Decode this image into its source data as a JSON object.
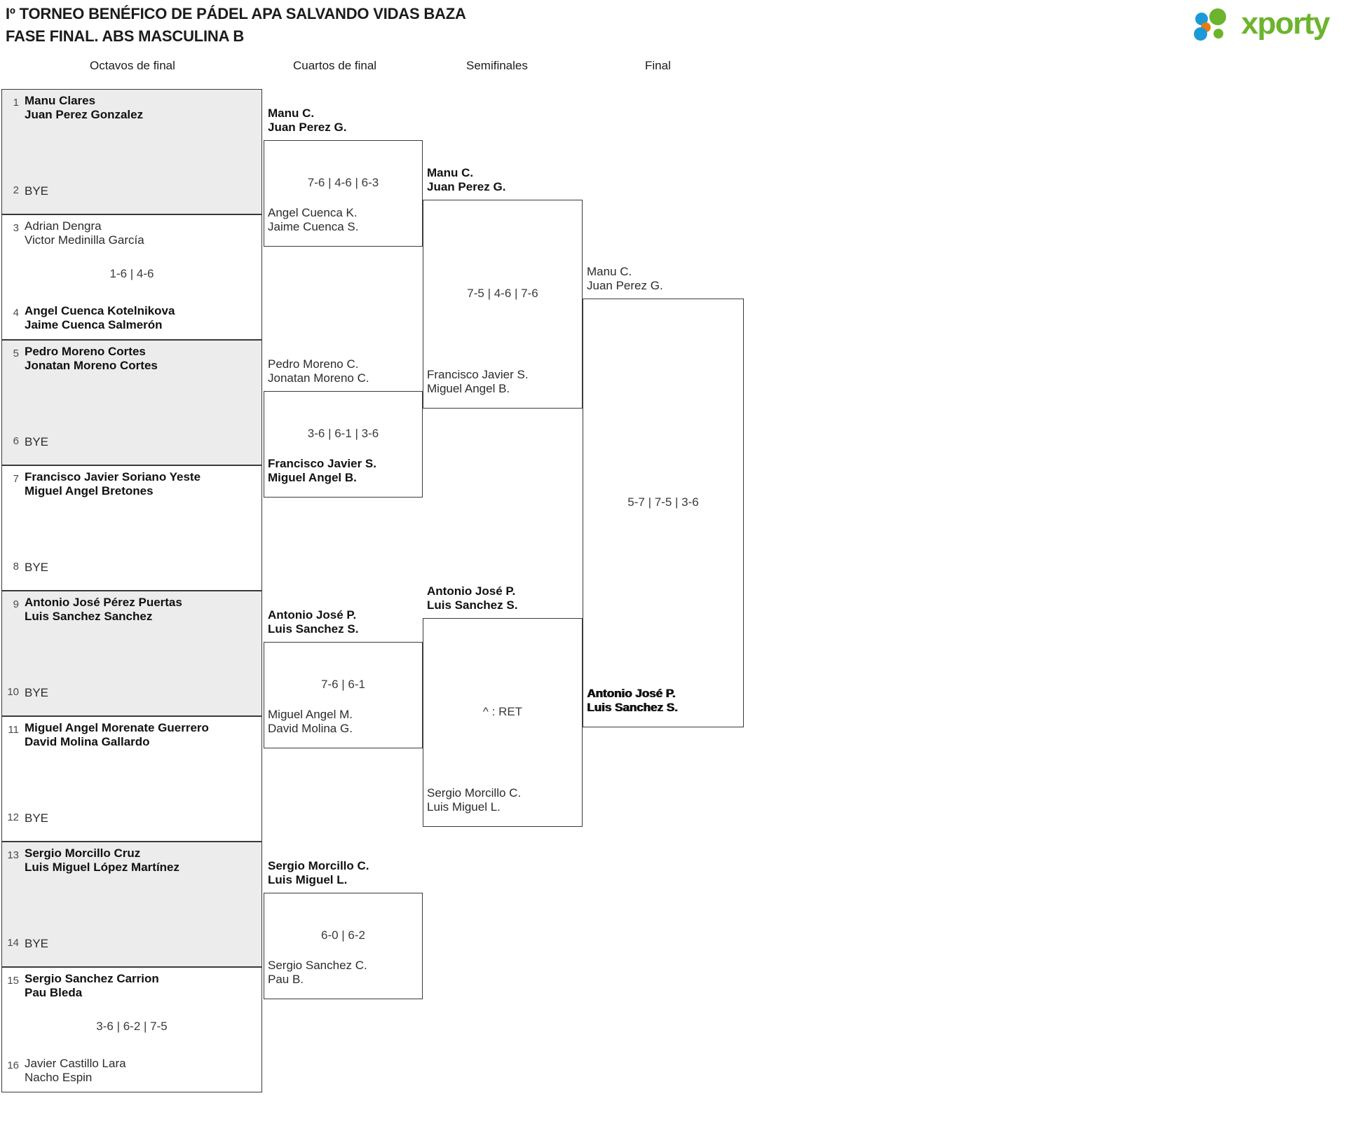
{
  "header": {
    "title_line1": "Iº TORNEO BENÉFICO DE PÁDEL APA SALVANDO VIDAS BAZA",
    "title_line2": "FASE FINAL. ABS MASCULINA B",
    "logo_text": "xporty",
    "logo_colors": {
      "green": "#6cb42c",
      "blue": "#1a9ad7",
      "orange": "#e87b10"
    }
  },
  "rounds": [
    {
      "label": "Octavos de final"
    },
    {
      "label": "Cuartos de final"
    },
    {
      "label": "Semifinales"
    },
    {
      "label": "Final"
    }
  ],
  "round1": [
    {
      "seed_top": "1",
      "top": "Manu Clares\nJuan Perez Gonzalez",
      "seed_bot": "2",
      "bottom": "BYE",
      "score": "",
      "winner": "top",
      "shaded": true
    },
    {
      "seed_top": "3",
      "top": "Adrian Dengra\nVictor Medinilla García",
      "seed_bot": "4",
      "bottom": "Angel Cuenca Kotelnikova\nJaime Cuenca Salmerón",
      "score": "1-6 | 4-6",
      "winner": "bottom",
      "shaded": false
    },
    {
      "seed_top": "5",
      "top": "Pedro Moreno Cortes\nJonatan Moreno Cortes",
      "seed_bot": "6",
      "bottom": "BYE",
      "score": "",
      "winner": "top",
      "shaded": true
    },
    {
      "seed_top": "7",
      "top": "Francisco Javier Soriano Yeste\nMiguel Angel Bretones",
      "seed_bot": "8",
      "bottom": "BYE",
      "score": "",
      "winner": "top",
      "shaded": false
    },
    {
      "seed_top": "9",
      "top": "Antonio José Pérez Puertas\nLuis Sanchez Sanchez",
      "seed_bot": "10",
      "bottom": "BYE",
      "score": "",
      "winner": "top",
      "shaded": true
    },
    {
      "seed_top": "11",
      "top": "Miguel Angel Morenate Guerrero\nDavid Molina Gallardo",
      "seed_bot": "12",
      "bottom": "BYE",
      "score": "",
      "winner": "top",
      "shaded": false
    },
    {
      "seed_top": "13",
      "top": "Sergio Morcillo Cruz\nLuis Miguel López Martínez",
      "seed_bot": "14",
      "bottom": "BYE",
      "score": "",
      "winner": "top",
      "shaded": true
    },
    {
      "seed_top": "15",
      "top": "Sergio Sanchez Carrion\nPau Bleda",
      "seed_bot": "16",
      "bottom": "Javier Castillo Lara\nNacho Espin",
      "score": "3-6 | 6-2 | 7-5",
      "winner": "top",
      "shaded": false
    }
  ],
  "round2": [
    {
      "top": "Manu C.\nJuan Perez G.",
      "bottom": "Angel Cuenca K.\nJaime Cuenca S.",
      "score": "7-6 | 4-6 | 6-3",
      "winner": "top"
    },
    {
      "top": "Pedro Moreno C.\nJonatan Moreno C.",
      "bottom": "Francisco Javier S.\nMiguel Angel B.",
      "score": "3-6 | 6-1 | 3-6",
      "winner": "bottom"
    },
    {
      "top": "Antonio José P.\nLuis Sanchez S.",
      "bottom": "Miguel Angel M.\nDavid Molina G.",
      "score": "7-6 | 6-1",
      "winner": "top"
    },
    {
      "top": "Sergio Morcillo C.\nLuis Miguel L.",
      "bottom": "Sergio Sanchez C.\nPau B.",
      "score": "6-0 | 6-2",
      "winner": "top"
    }
  ],
  "round3": [
    {
      "top": "Manu C.\nJuan Perez G.",
      "bottom": "Francisco Javier S.\nMiguel Angel B.",
      "score": "7-5 | 4-6 | 7-6",
      "winner": "top"
    },
    {
      "top": "Antonio José P.\nLuis Sanchez S.",
      "bottom": "Sergio Morcillo C.\nLuis Miguel L.",
      "score": "^ : RET",
      "winner": "top"
    }
  ],
  "round4": [
    {
      "top": "Manu C.\nJuan Perez G.",
      "bottom": "Antonio José P.\nLuis Sanchez S.",
      "score": "5-7 | 7-5 | 3-6",
      "winner": "bottom"
    }
  ]
}
